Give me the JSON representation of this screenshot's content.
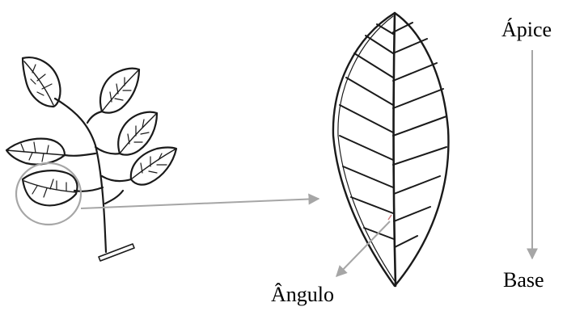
{
  "labels": {
    "apex": "Ápice",
    "base": "Base",
    "angle": "Ângulo"
  },
  "colors": {
    "ink": "#1a1a1a",
    "arrow": "#a6a6a6",
    "highlight_circle": "#a6a6a6",
    "background": "#ffffff"
  }
}
